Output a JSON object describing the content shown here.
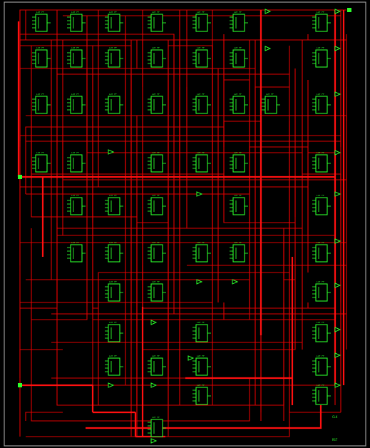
{
  "schematic": {
    "cell_label": "LUT FF",
    "corner_labels": [
      "CLK",
      "RST"
    ],
    "colors": {
      "background": "#000000",
      "wire": "#e00000",
      "cell": "#2cff2c",
      "frame": "#9a9a9a"
    },
    "icons": {
      "cell": "lut-cell-icon",
      "buffer": "buffer-triangle-icon",
      "port": "port-icon"
    }
  }
}
